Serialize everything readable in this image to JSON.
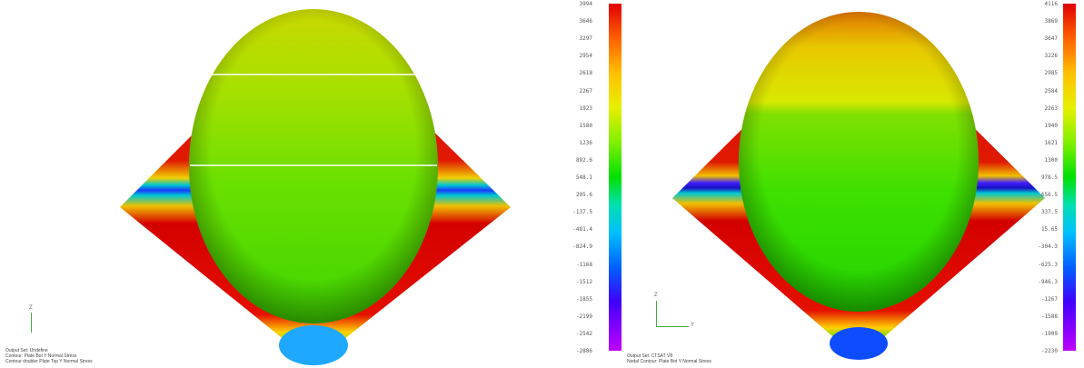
{
  "panels": [
    {
      "id": "left",
      "captions": [
        "Output Set: Undefine",
        "Contour: Plate Bot Y Normal Stress",
        "Contour doubler Plate Top Y Normal Stress"
      ],
      "axis_label": "Z"
    },
    {
      "id": "right",
      "legend": [
        "3994",
        "3646",
        "3297",
        "2954",
        "2618",
        "2267",
        "1923",
        "1580",
        "1236",
        "892.6",
        "548.1",
        "205.6",
        "-137.5",
        "-481.4",
        "-824.9",
        "-1168",
        "-1512",
        "-1855",
        "-2199",
        "-2542",
        "-2886"
      ],
      "captions": [
        "Output Set: CTSAT V8",
        "Nodal Contour: Plate Bot Y Normal Stress"
      ],
      "axis_label": "Z",
      "axis_label_y": "Y"
    }
  ],
  "right_legend": [
    "4116",
    "3869",
    "3647",
    "3226",
    "2985",
    "2584",
    "2263",
    "1940",
    "1621",
    "1300",
    "978.5",
    "656.5",
    "337.5",
    "15.65",
    "-304.3",
    "-625.3",
    "-946.3",
    "-1267",
    "-1588",
    "-1909",
    "-2230"
  ],
  "colors": {
    "red": "#d40000",
    "orange": "#ff7a00",
    "yellow": "#e6e600",
    "green": "#22dd00",
    "cyan": "#00e0e0",
    "blue": "#1a3cff",
    "purple": "#b000ff"
  }
}
